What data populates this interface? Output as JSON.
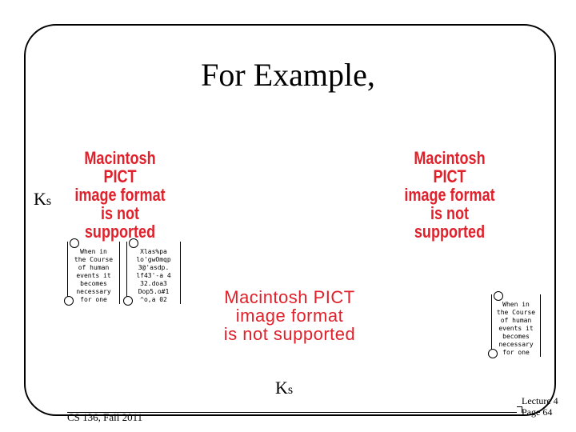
{
  "slide": {
    "title": "For Example,",
    "placeholders": [
      {
        "line1": "Macintosh PICT",
        "line2": "image format",
        "line3": "is not supported"
      },
      {
        "line1": "Macintosh PICT",
        "line2": "image format",
        "line3": "is not supported"
      },
      {
        "line1": "Macintosh PICT",
        "line2": "image format",
        "line3": "is not supported"
      }
    ],
    "ks_top": {
      "main": "K",
      "sub": "s"
    },
    "ks_bottom": {
      "main": "K",
      "sub": "s"
    },
    "scrolls": [
      {
        "lines": [
          "When in",
          "the Course",
          "of human",
          "events it",
          "becomes",
          "necessary",
          "for one"
        ]
      },
      {
        "lines": [
          "Xlas%pa",
          "lo'gwOmqp",
          "3@'asdp.",
          "lf43'-a 4",
          "32.doa3",
          "Dop5.o#1",
          "^o,a 02"
        ]
      },
      {
        "lines": [
          "When in",
          "the Course",
          "of human",
          "events it",
          "becomes",
          "necessary",
          "for one"
        ]
      }
    ],
    "footer": {
      "course": "CS 136, Fall 2011",
      "lecture": "Lecture 4",
      "page": "Page 64"
    }
  }
}
